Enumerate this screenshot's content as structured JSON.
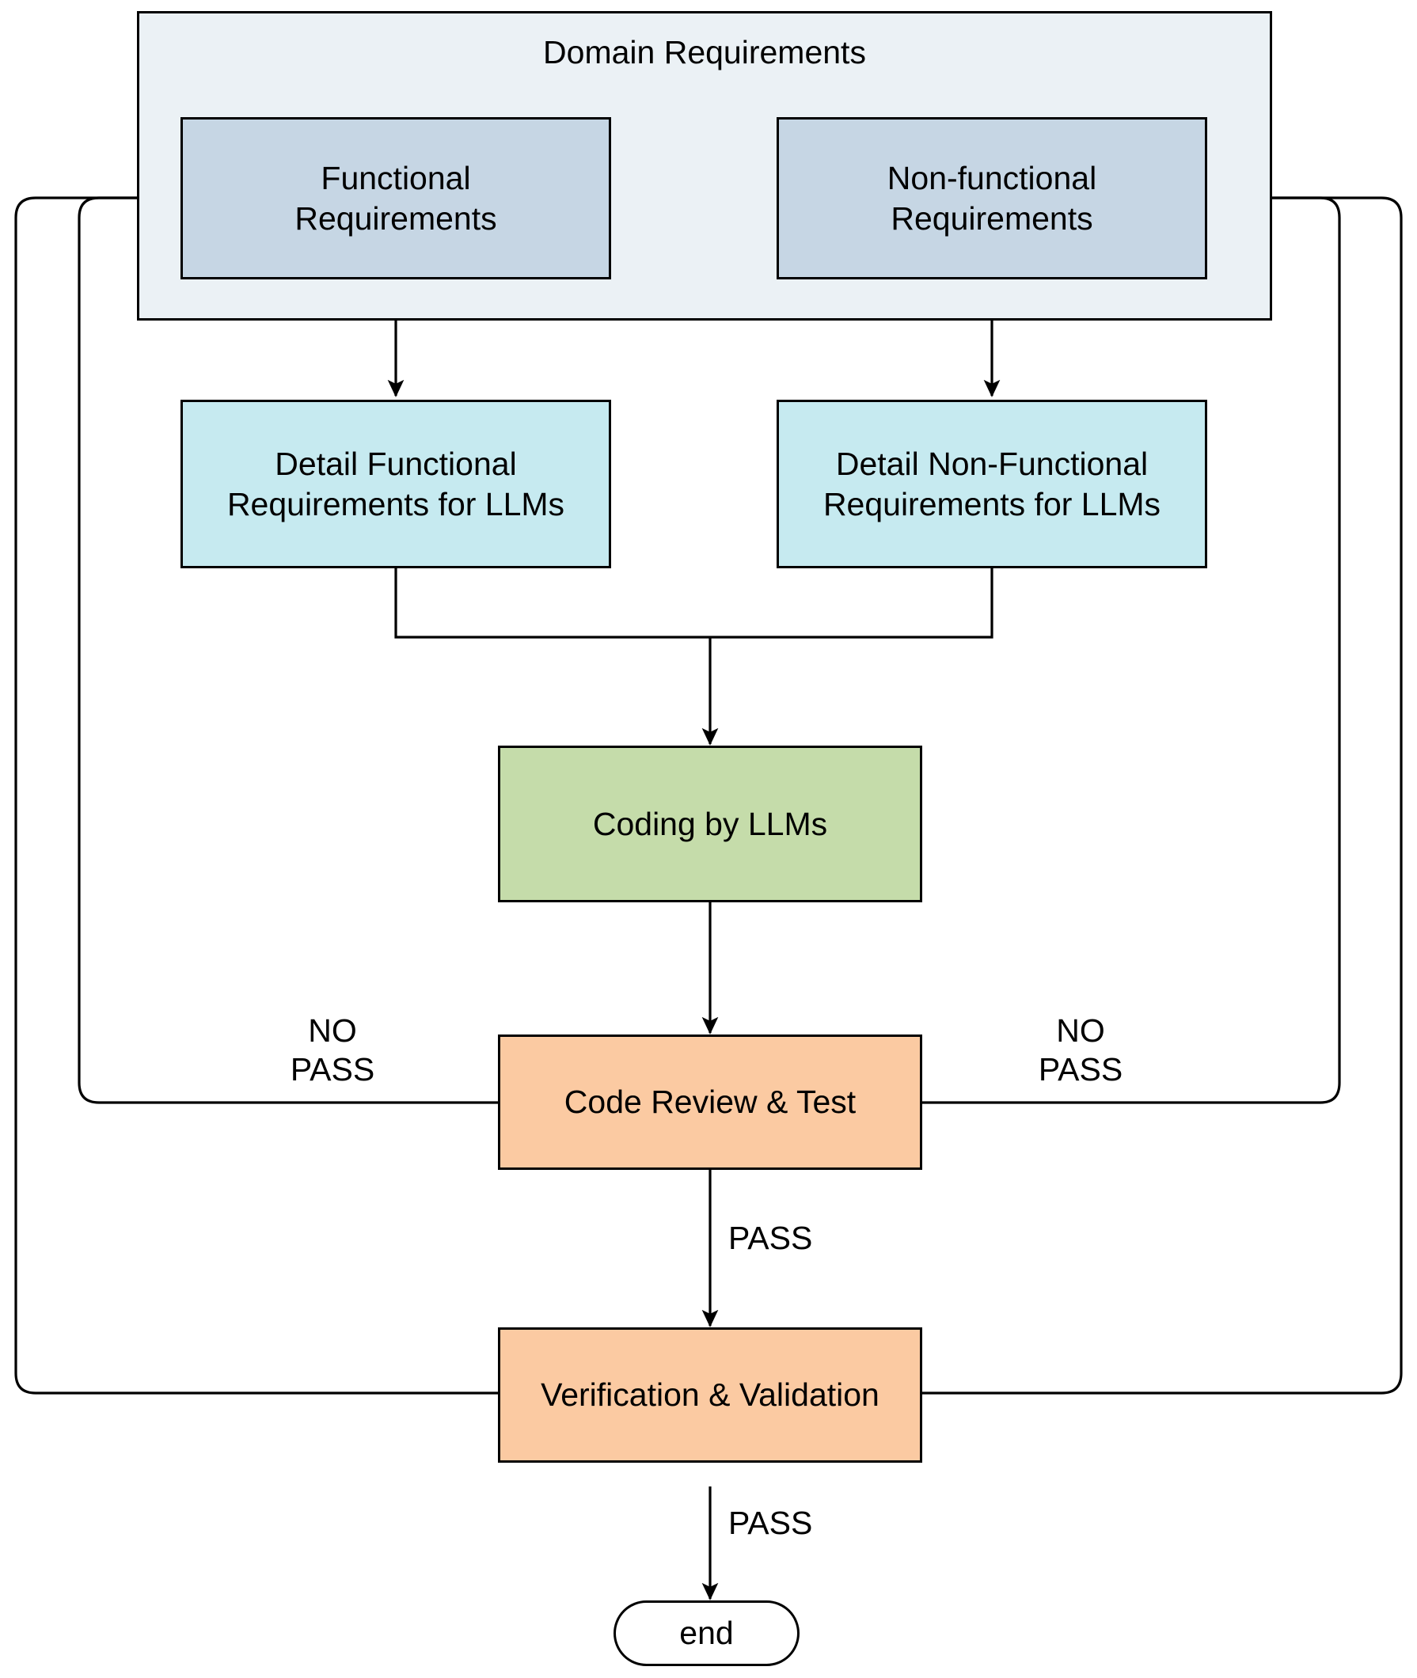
{
  "diagram": {
    "title": "LLM-based software development workflow flowchart",
    "colors": {
      "group_fill": "#ebf1f5",
      "requirement_fill": "#c6d6e4",
      "detail_fill": "#c6eaf0",
      "coding_fill": "#c5dcaa",
      "review_fill": "#fbcaa2",
      "stroke": "#000000",
      "text": "#000000",
      "terminator_fill": "#ffffff"
    },
    "group": {
      "label": "Domain Requirements"
    },
    "nodes": [
      {
        "id": "functional",
        "label": "Functional\nRequirements"
      },
      {
        "id": "nonfunctional",
        "label": "Non-functional\nRequirements"
      },
      {
        "id": "detail_functional",
        "label": "Detail Functional\nRequirements for LLMs"
      },
      {
        "id": "detail_nonfunctional",
        "label": "Detail Non-Functional\nRequirements for LLMs"
      },
      {
        "id": "coding",
        "label": "Coding by LLMs"
      },
      {
        "id": "review",
        "label": "Code Review & Test"
      },
      {
        "id": "validation",
        "label": "Verification & Validation"
      },
      {
        "id": "end",
        "label": "end"
      }
    ],
    "edge_labels": {
      "no_pass_left": "NO\nPASS",
      "no_pass_right": "NO\nPASS",
      "pass_review": "PASS",
      "pass_validation": "PASS"
    }
  }
}
